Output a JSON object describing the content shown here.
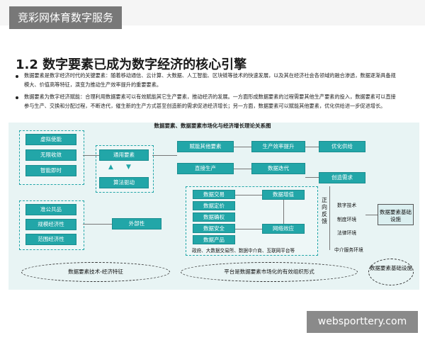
{
  "brand": "竞彩网体育数字服务",
  "slide": {
    "title": "1.2 数字要素已成为数字经济的核心引擎",
    "bullet1": "数据要素是数字经济时代的关键要素：随着移动通信、云计算、大数据、人工智能、区块链等技术的快速发展，以及其在经济社会各领域的融合渗透，数据逐渐具备规模大、价值高等特征，演变为推动生产效率提升的重要要素。",
    "bullet2": "数据要素为数字经济赋能：合理利用数据要素可以有效赋能其它生产要素，推动经济的发展。一方面形成数据要素的过程需要其他生产要素的投入，数据要素可以直接参与生产、交换和分配过程，不断迭代，催生新的生产方式甚至创造新的需求促进经济增长；另一方面，数据要素可以赋能其他要素，优化供给进一步促进增长。"
  },
  "diagram": {
    "title": "数据要素、数据要素市场化与经济增长理论关系图",
    "left_top": [
      "虚拟使能",
      "无限收敛",
      "智能即时"
    ],
    "left_bottom": [
      "准公共品",
      "规模经济性",
      "范围经济性"
    ],
    "tongyong": "通用要素",
    "suanfa": "算法驱动",
    "waibu": "外部性",
    "funeng": "赋能其他要素",
    "zhijie": "直接生产",
    "shengchan": "生产效率提升",
    "shuju_diedai": "数据迭代",
    "youhua": "优化供给",
    "chuangzao": "创造需求",
    "market": [
      "数据交易",
      "数据定价",
      "数据确权",
      "数据安全",
      "数据产品"
    ],
    "zengzhi": "数据增值",
    "wangluo": "网络效应",
    "zhengxiang": "正向反馈",
    "actors": "政府、大数据交易所、数据中介商、互联网平台等",
    "right_items": [
      "数字技术",
      "制度环境",
      "法律环境",
      "中介服务环境"
    ],
    "jichu": "数据要素基础设施",
    "ellipse_left": "数据要素技术-经济特征",
    "ellipse_mid": "平台是数据要素市场化的有效组织形式",
    "ellipse_right": "数据要素基础设施"
  },
  "watermark": "websporttery.com"
}
